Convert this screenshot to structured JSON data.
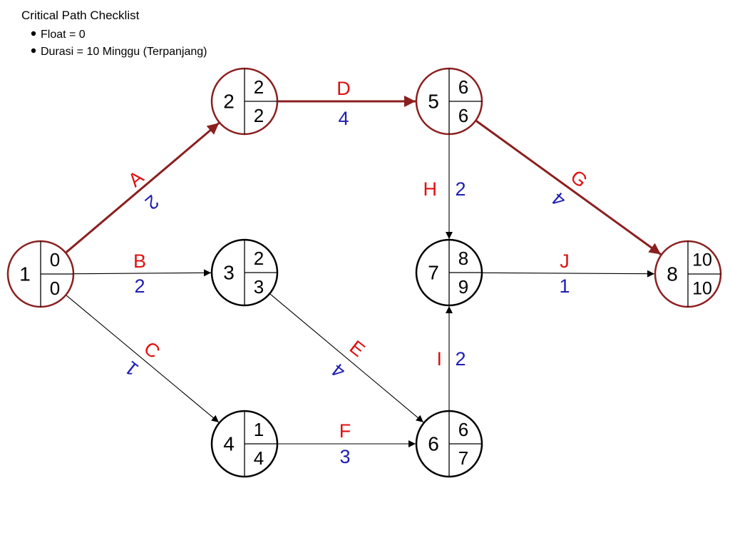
{
  "checklist": {
    "title": "Critical Path Checklist",
    "items": [
      "Float = 0",
      "Durasi = 10 Minggu (Terpanjang)"
    ]
  },
  "colors": {
    "critical": "#8b1f1f",
    "normal": "#000000",
    "activity_name": "#e01010",
    "duration": "#1e1eb4"
  },
  "nodes": [
    {
      "id": "1",
      "top": "0",
      "bottom": "0",
      "critical": true
    },
    {
      "id": "2",
      "top": "2",
      "bottom": "2",
      "critical": true
    },
    {
      "id": "3",
      "top": "2",
      "bottom": "3",
      "critical": false
    },
    {
      "id": "4",
      "top": "1",
      "bottom": "4",
      "critical": false
    },
    {
      "id": "5",
      "top": "6",
      "bottom": "6",
      "critical": true
    },
    {
      "id": "6",
      "top": "6",
      "bottom": "7",
      "critical": false
    },
    {
      "id": "7",
      "top": "8",
      "bottom": "9",
      "critical": false
    },
    {
      "id": "8",
      "top": "10",
      "bottom": "10",
      "critical": true
    }
  ],
  "activities": [
    {
      "name": "A",
      "duration": "2",
      "from": "1",
      "to": "2",
      "critical": true
    },
    {
      "name": "B",
      "duration": "2",
      "from": "1",
      "to": "3",
      "critical": false
    },
    {
      "name": "C",
      "duration": "1",
      "from": "1",
      "to": "4",
      "critical": false
    },
    {
      "name": "D",
      "duration": "4",
      "from": "2",
      "to": "5",
      "critical": true
    },
    {
      "name": "E",
      "duration": "4",
      "from": "3",
      "to": "6",
      "critical": false
    },
    {
      "name": "F",
      "duration": "3",
      "from": "4",
      "to": "6",
      "critical": false
    },
    {
      "name": "G",
      "duration": "4",
      "from": "5",
      "to": "8",
      "critical": true
    },
    {
      "name": "H",
      "duration": "2",
      "from": "5",
      "to": "7",
      "critical": false
    },
    {
      "name": "I",
      "duration": "2",
      "from": "6",
      "to": "7",
      "critical": false
    },
    {
      "name": "J",
      "duration": "1",
      "from": "7",
      "to": "8",
      "critical": false
    }
  ]
}
